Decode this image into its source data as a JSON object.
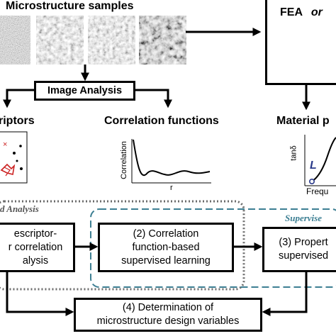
{
  "header": {
    "samples_title": "Microstructure samples"
  },
  "fea_box": {
    "fea": "FEA",
    "or": "or"
  },
  "image_analysis": {
    "label": "Image Analysis"
  },
  "sections": {
    "descriptors": "riptors",
    "correlation": "Correlation functions",
    "material": "Material p"
  },
  "corr_plot": {
    "ylabel": "Correlation",
    "xlabel": "r"
  },
  "tan_plot": {
    "ylabel": "tanδ",
    "xlabel": "Frequ",
    "marker": "L"
  },
  "groups": {
    "left_title": "d Analysis",
    "right_title": "Supervise"
  },
  "steps": {
    "step1": "escriptor-\nr correlation\nalysis",
    "step2": "(2) Correlation\nfunction-based\nsupervised learning",
    "step3": "(3) Propert\nsupervised",
    "step4": "(4) Determination of\nmicrostructure design variables"
  },
  "colors": {
    "group_left": "#6b6b6b",
    "group_right": "#3d7f93",
    "red_marker": "#cc2222",
    "navy_marker": "#2a3a8a"
  }
}
